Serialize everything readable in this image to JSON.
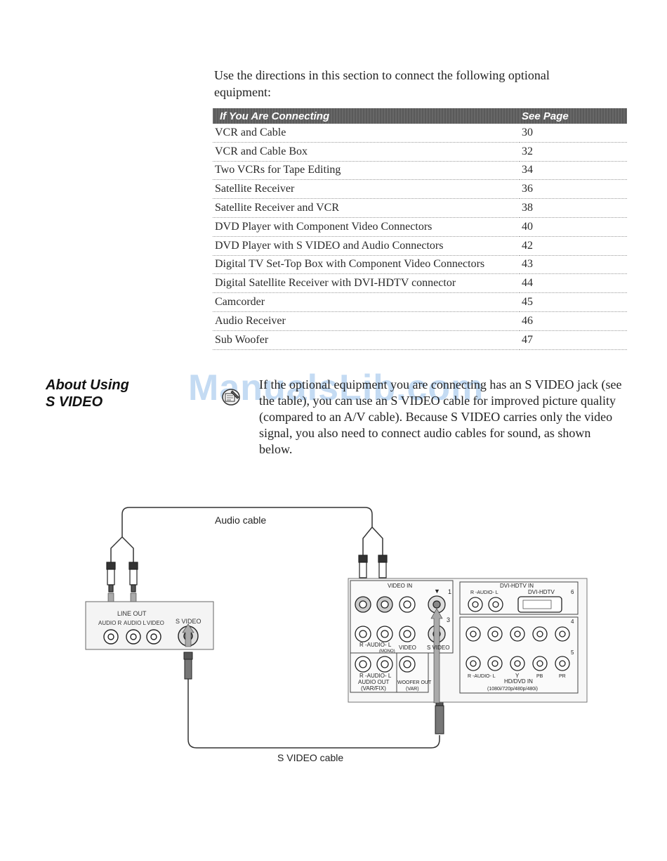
{
  "intro": {
    "text": "Use the directions in this section to connect the following optional equipment:"
  },
  "table": {
    "headers": {
      "connecting": "If You Are Connecting",
      "page": "See Page"
    },
    "rows": [
      {
        "item": "VCR and Cable",
        "page": "30"
      },
      {
        "item": "VCR and Cable Box",
        "page": "32"
      },
      {
        "item": "Two VCRs for Tape Editing",
        "page": "34"
      },
      {
        "item": "Satellite Receiver",
        "page": "36"
      },
      {
        "item": "Satellite Receiver and VCR",
        "page": "38"
      },
      {
        "item": "DVD Player with Component Video Connectors",
        "page": "40"
      },
      {
        "item": "DVD Player with S VIDEO and Audio Connectors",
        "page": "42"
      },
      {
        "item": "Digital TV Set-Top Box with Component Video Connectors",
        "page": "43"
      },
      {
        "item": "Digital Satellite Receiver with DVI-HDTV connector",
        "page": "44"
      },
      {
        "item": "Camcorder",
        "page": "45"
      },
      {
        "item": "Audio Receiver",
        "page": "46"
      },
      {
        "item": "Sub Woofer",
        "page": "47"
      }
    ]
  },
  "section": {
    "heading_line1": "About Using",
    "heading_line2": "S VIDEO",
    "note_icon": "note-pencil-icon",
    "body": "If the optional equipment you are connecting has an S VIDEO jack (see the table), you can use an S VIDEO cable for improved picture quality (compared to an A/V cable). Because S VIDEO carries only the video signal, you also need to connect audio cables for sound, as shown below.",
    "watermark": "ManualsLib.com"
  },
  "diagram": {
    "audio_cable": "Audio cable",
    "svideo_cable": "S VIDEO cable",
    "device": {
      "line_out": "LINE OUT",
      "audio_r": "AUDIO R",
      "audio_l": "AUDIO L",
      "video": "VIDEO",
      "s_video": "S VIDEO"
    },
    "tv": {
      "video_in": "VIDEO IN",
      "r_audio_l": "R -AUDIO- L",
      "mono": "(MONO)",
      "video": "VIDEO",
      "s_video": "S VIDEO",
      "audio_out": "AUDIO OUT",
      "var_fix": "(VAR/FIX)",
      "woofer_out": "WOOFER OUT",
      "var": "(VAR)",
      "dvi_hdtv_in": "DVI-HDTV IN",
      "dvi_hdtv": "DVI-HDTV",
      "hd_dvd_in": "HD/DVD IN",
      "hd_formats": "(1080i/720p/480p/480i)",
      "y": "Y",
      "pb": "PB",
      "pr": "PR",
      "n1": "1",
      "n3": "3",
      "n4": "4",
      "n5": "5",
      "n6": "6"
    }
  }
}
